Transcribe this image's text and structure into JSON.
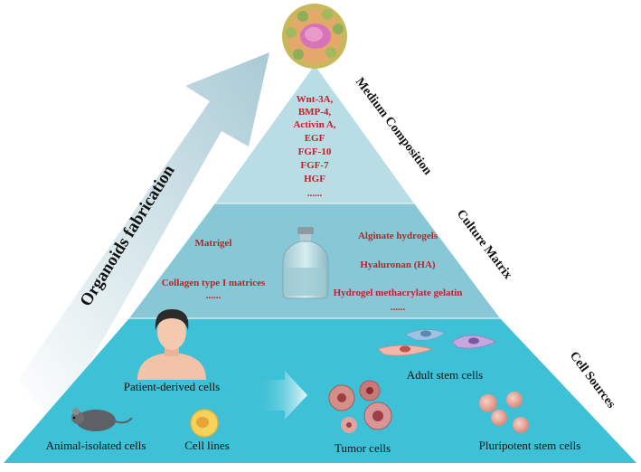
{
  "arrow_label": "Organoids fabrication",
  "layers": {
    "medium": {
      "title": "Medium Composition",
      "items": [
        "Wnt-3A,",
        "BMP-4,",
        "Activin A,",
        "EGF",
        "FGF-10",
        "FGF-7",
        "HGF",
        "......"
      ]
    },
    "matrix": {
      "title": "Culture Matrix",
      "left": [
        "Matrigel",
        "Collagen type I matrices",
        "......"
      ],
      "right": [
        "Alginate hydrogels",
        "Hyaluronan (HA)",
        "Hydrogel methacrylate gelatin",
        "......"
      ]
    },
    "cells": {
      "title": "Cell Sources",
      "labels": {
        "patient": "Patient-derived cells",
        "animal": "Animal-isolated cells",
        "lines": "Cell lines",
        "adult": "Adult stem cells",
        "tumor": "Tumor cells",
        "pluripotent": "Pluripotent stem cells"
      }
    }
  },
  "colors": {
    "top_layer": "#b9dde4",
    "middle_layer": "#88c8d6",
    "bottom_layer": "#3ec0d6",
    "red_text": "#c0202a"
  }
}
